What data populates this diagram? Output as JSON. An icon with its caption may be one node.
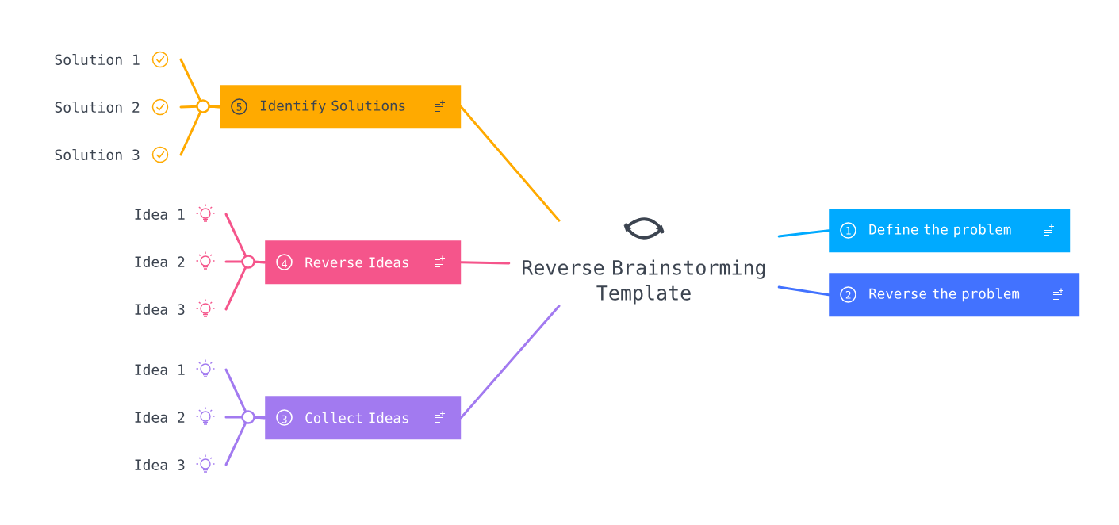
{
  "diagram": {
    "nodes": [
      {
        "text": [
          "Reverse Brainstorming Template"
        ]
      },
      {
        "text": [
          "1",
          "Define the problem"
        ]
      },
      {
        "text": [
          "2",
          "Reverse the problem"
        ]
      },
      {
        "text": [
          "3",
          "Collect Ideas"
        ]
      },
      {
        "text": [
          "4",
          "Reverse Ideas"
        ]
      },
      {
        "text": [
          "5",
          "Identify Solutions"
        ]
      },
      {
        "text": [
          "Solution 1"
        ]
      },
      {
        "text": [
          "Solution 2"
        ]
      },
      {
        "text": [
          "Solution 3"
        ]
      },
      {
        "text": [
          "Idea 1"
        ]
      },
      {
        "text": [
          "Idea 2"
        ]
      },
      {
        "text": [
          "Idea 3"
        ]
      },
      {
        "text": [
          "Idea 1"
        ]
      },
      {
        "text": [
          "Idea 2"
        ]
      },
      {
        "text": [
          "Idea 3"
        ]
      }
    ],
    "edges": [
      {
        "from": 0,
        "to": 1,
        "arrow": "none",
        "color": "#00aaff"
      },
      {
        "from": 0,
        "to": 2,
        "arrow": "none",
        "color": "#4272ff"
      },
      {
        "from": 0,
        "to": 3,
        "arrow": "none",
        "color": "#a27af0"
      },
      {
        "from": 0,
        "to": 4,
        "arrow": "none",
        "color": "#f5558b"
      },
      {
        "from": 0,
        "to": 5,
        "arrow": "none",
        "color": "#ffaa00"
      },
      {
        "from": 5,
        "to": 6,
        "arrow": "none",
        "color": "#ffaa00"
      },
      {
        "from": 5,
        "to": 7,
        "arrow": "none",
        "color": "#ffaa00"
      },
      {
        "from": 5,
        "to": 8,
        "arrow": "none",
        "color": "#ffaa00"
      },
      {
        "from": 4,
        "to": 9,
        "arrow": "none",
        "color": "#f5558b"
      },
      {
        "from": 4,
        "to": 10,
        "arrow": "none",
        "color": "#f5558b"
      },
      {
        "from": 4,
        "to": 11,
        "arrow": "none",
        "color": "#f5558b"
      },
      {
        "from": 3,
        "to": 12,
        "arrow": "none",
        "color": "#a27af0"
      },
      {
        "from": 3,
        "to": 13,
        "arrow": "none",
        "color": "#a27af0"
      },
      {
        "from": 3,
        "to": 14,
        "arrow": "none",
        "color": "#a27af0"
      }
    ]
  }
}
